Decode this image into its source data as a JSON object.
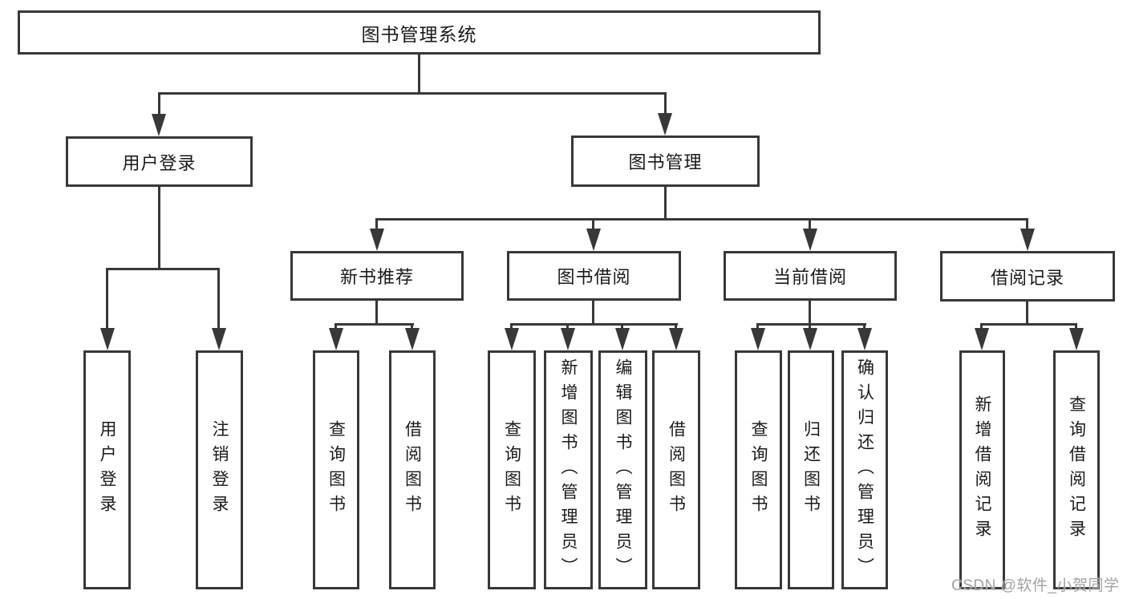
{
  "tree": {
    "root": {
      "label": "图书管理系统"
    },
    "branches": [
      {
        "label": "用户登录",
        "children": [
          {
            "label": "用户登录"
          },
          {
            "label": "注销登录"
          }
        ]
      },
      {
        "label": "图书管理",
        "children": [
          {
            "label": "新书推荐",
            "children": [
              {
                "label": "查询图书"
              },
              {
                "label": "借阅图书"
              }
            ]
          },
          {
            "label": "图书借阅",
            "children": [
              {
                "label": "查询图书"
              },
              {
                "label": "新增图书（管理员）"
              },
              {
                "label": "编辑图书（管理员）"
              },
              {
                "label": "借阅图书"
              }
            ]
          },
          {
            "label": "当前借阅",
            "children": [
              {
                "label": "查询图书"
              },
              {
                "label": "归还图书"
              },
              {
                "label": "确认归还（管理员）"
              }
            ]
          },
          {
            "label": "借阅记录",
            "children": [
              {
                "label": "新增借阅记录"
              },
              {
                "label": "查询借阅记录"
              }
            ]
          }
        ]
      }
    ]
  },
  "watermark": {
    "text": "CSDN @软件_小贺同学"
  },
  "colors": {
    "line": "#383838",
    "text": "#1a1a1a",
    "background": "#ffffff",
    "watermark": "#a2a2a2"
  }
}
